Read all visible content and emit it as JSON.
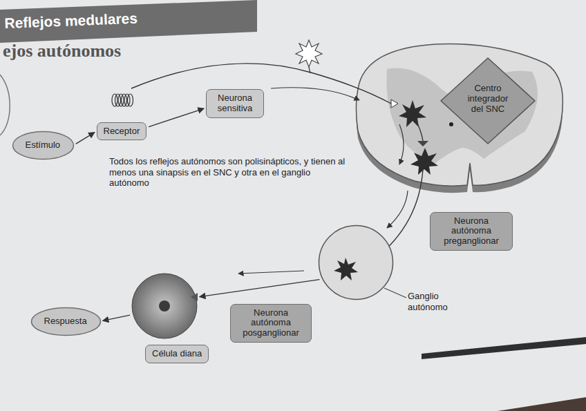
{
  "diagram": {
    "title": "Reflejos medulares",
    "nodes": [
      {
        "text": [
          "Estímulo"
        ]
      },
      {
        "text": [
          "Receptor"
        ]
      },
      {
        "text": [
          "Neurona sensitiva"
        ]
      },
      {
        "text": [
          "Centro integrador del SNC"
        ]
      },
      {
        "text": [
          "Neurona autónoma preganglionar"
        ]
      },
      {
        "text": [
          "Ganglio autónomo"
        ]
      },
      {
        "text": [
          "Célula diana"
        ]
      },
      {
        "text": [
          "Neurona autónoma posganglionar"
        ]
      },
      {
        "text": [
          "Respuesta"
        ]
      }
    ],
    "edges": [
      {
        "from": 0,
        "to": 1,
        "arrow": "to"
      },
      {
        "from": 1,
        "to": 2,
        "arrow": "to"
      },
      {
        "from": 5,
        "to": 6,
        "arrow": "to"
      },
      {
        "from": 6,
        "to": 8,
        "arrow": "to"
      }
    ],
    "labels": [
      "ejos autónomos",
      "Todos los reflejos autónomos son polisinápticos, y tienen al menos una sinapsis en el SNC y otra en el ganglio autónomo"
    ]
  }
}
